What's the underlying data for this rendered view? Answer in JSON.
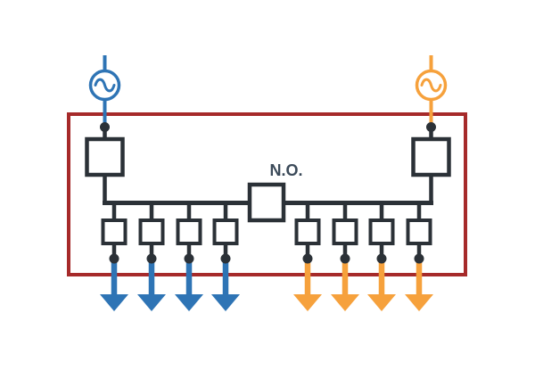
{
  "labels": {
    "tie_breaker": "N.O."
  },
  "colors": {
    "source_a": "#2E74B5",
    "source_b": "#F6A13C",
    "enclosure": "#A62A2A",
    "ink": "#2B3137",
    "label_text": "#3B4A59",
    "background": "#FFFFFF"
  },
  "topology": {
    "sides": [
      {
        "id": "a",
        "source_icon": "ac-source-icon",
        "color_key": "source_a",
        "main_breaker_count": 1,
        "feeder_count": 4
      },
      {
        "id": "b",
        "source_icon": "ac-source-icon",
        "color_key": "source_b",
        "main_breaker_count": 1,
        "feeder_count": 4
      }
    ]
  }
}
